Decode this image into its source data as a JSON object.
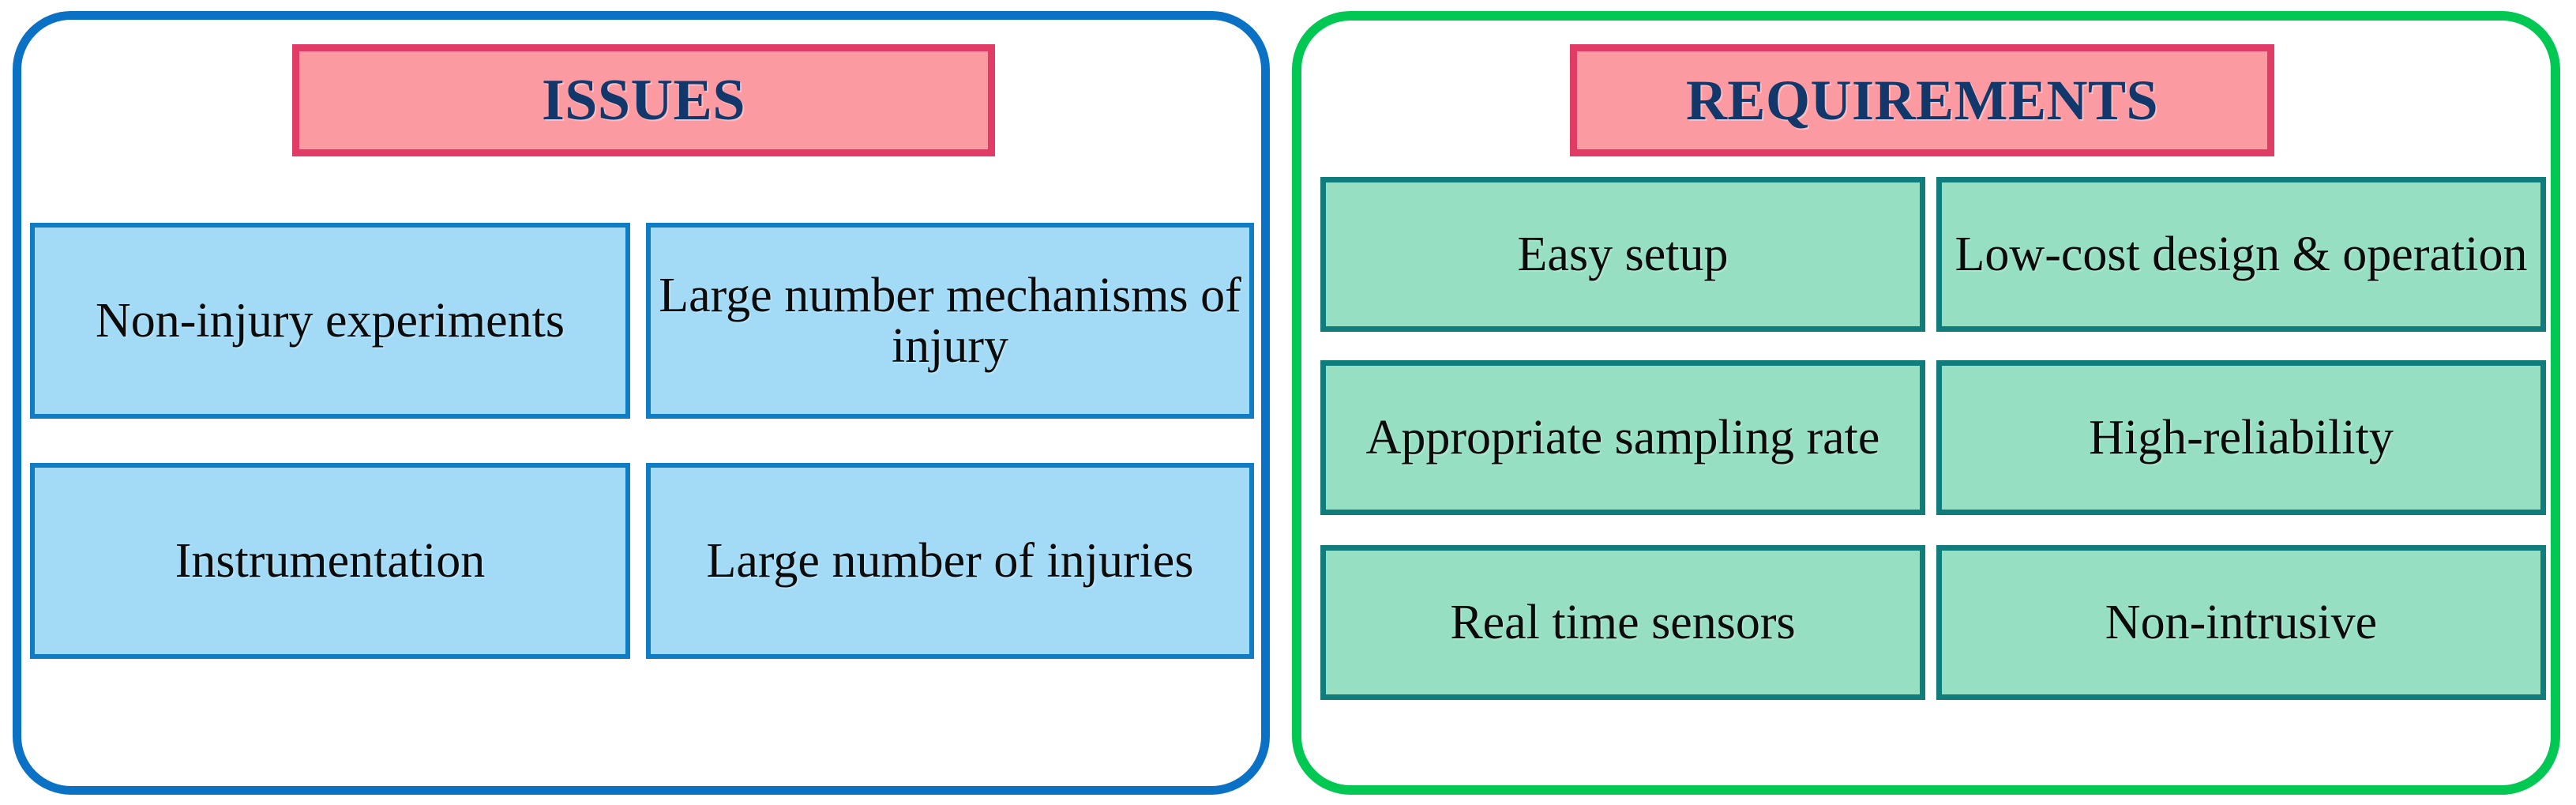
{
  "diagram": {
    "panels": [
      {
        "id": "issues",
        "title": "ISSUES",
        "border_color": "#0A71C4",
        "chip_fill": "#FB9AA1",
        "chip_border": "#E13C65",
        "title_color": "#12386B",
        "item_fill": "#A3DBF6",
        "item_border": "#0F7CC4",
        "items": [
          "Non-injury experiments",
          "Large number mechanisms of injury",
          "Instrumentation",
          "Large number of injuries"
        ]
      },
      {
        "id": "requirements",
        "title": "REQUIREMENTS",
        "border_color": "#00C853",
        "chip_fill": "#FB9AA1",
        "chip_border": "#E13C65",
        "title_color": "#12386B",
        "item_fill": "#97DFC2",
        "item_border": "#117C7C",
        "items": [
          "Easy setup",
          "Low-cost design & operation",
          "Appropriate sampling rate",
          "High-reliability",
          "Real time sensors",
          "Non-intrusive"
        ]
      }
    ]
  }
}
